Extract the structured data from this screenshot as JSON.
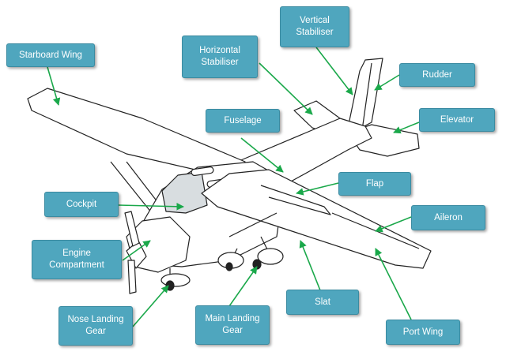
{
  "labels": {
    "starboard_wing": "Starboard Wing",
    "horizontal_stabiliser": "Horizontal\nStabiliser",
    "vertical_stabiliser": "Vertical\nStabiliser",
    "rudder": "Rudder",
    "fuselage": "Fuselage",
    "elevator": "Elevator",
    "flap": "Flap",
    "cockpit": "Cockpit",
    "aileron": "Aileron",
    "engine_compartment": "Engine\nCompartment",
    "slat": "Slat",
    "nose_landing_gear": "Nose Landing\nGear",
    "main_landing_gear": "Main Landing\nGear",
    "port_wing": "Port Wing"
  },
  "colors": {
    "label_fill": "#4fa6be",
    "label_text": "#ffffff",
    "leader_line": "#1aa84a",
    "aircraft_stroke": "#222222",
    "aircraft_fill": "#ffffff",
    "canopy_fill": "#d8dde0"
  }
}
